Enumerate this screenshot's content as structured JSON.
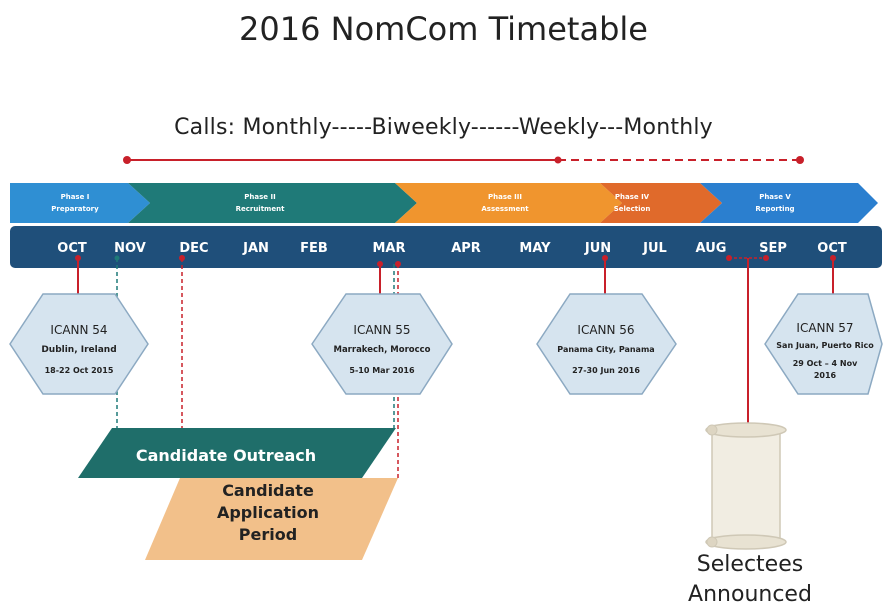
{
  "title": "2016 NomCom Timetable",
  "calls_label": "Calls:   Monthly-----Biweekly------Weekly---Monthly",
  "phases": [
    {
      "line1": "Phase I",
      "line2": "Preparatory",
      "color": "#2f8fd3"
    },
    {
      "line1": "Phase II",
      "line2": "Recruitment",
      "color": "#1f7a78"
    },
    {
      "line1": "Phase III",
      "line2": "Assessment",
      "color": "#f0952e"
    },
    {
      "line1": "Phase IV",
      "line2": "Selection",
      "color": "#e06a2b"
    },
    {
      "line1": "Phase V",
      "line2": "Reporting",
      "color": "#2b7fcf"
    }
  ],
  "months": [
    "OCT",
    "NOV",
    "DEC",
    "JAN",
    "FEB",
    "MAR",
    "APR",
    "MAY",
    "JUN",
    "JUL",
    "AUG",
    "SEP",
    "OCT"
  ],
  "meetings": [
    {
      "name": "ICANN 54",
      "location": "Dublin, Ireland",
      "dates": "18-22 Oct 2015"
    },
    {
      "name": "ICANN 55",
      "location": "Marrakech, Morocco",
      "dates": "5-10 Mar 2016"
    },
    {
      "name": "ICANN 56",
      "location": "Panama City, Panama",
      "dates": "27-30 Jun 2016"
    },
    {
      "name": "ICANN 57",
      "location": "San Juan, Puerto Rico",
      "dates": "29 Oct – 4 Nov",
      "dates2": "2016"
    }
  ],
  "outreach_label": "Candidate Outreach",
  "application_lines": [
    "Candidate",
    "Application",
    "Period"
  ],
  "selectees_lines": [
    "Selectees",
    "Announced"
  ],
  "colors": {
    "timeline_band": "#1f4f7a",
    "red_marker": "#c8202a",
    "outreach": "#1f6e6a",
    "application": "#f2c08a",
    "hexagon": "#d6e4ef"
  }
}
